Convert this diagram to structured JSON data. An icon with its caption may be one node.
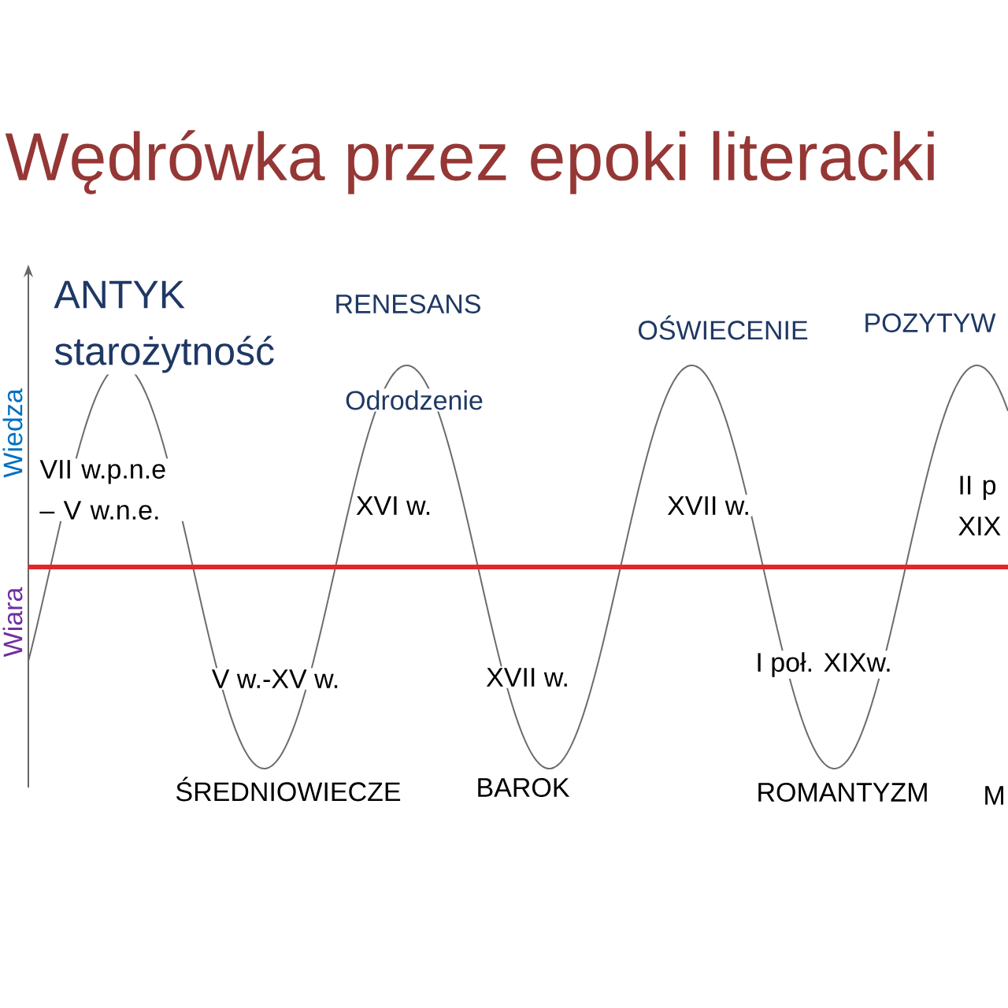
{
  "diagram": {
    "title": "Wędrówka przez epoki literacki",
    "labels": [
      "ANTYK",
      "starożytność",
      "RENESANS",
      "Odrodzenie",
      "OŚWIECENIE",
      "POZYTYW",
      "Wiedza",
      "VII w.p.n.e – V w.n.e.",
      "XVI w.",
      "XVII w.",
      "II p XIX",
      "Wiara",
      "V w.-XV w.",
      "XVII w.",
      "I poł. XIXw.",
      "ŚREDNIOWIECZE",
      "BAROK",
      "ROMANTYZM",
      "M"
    ]
  }
}
